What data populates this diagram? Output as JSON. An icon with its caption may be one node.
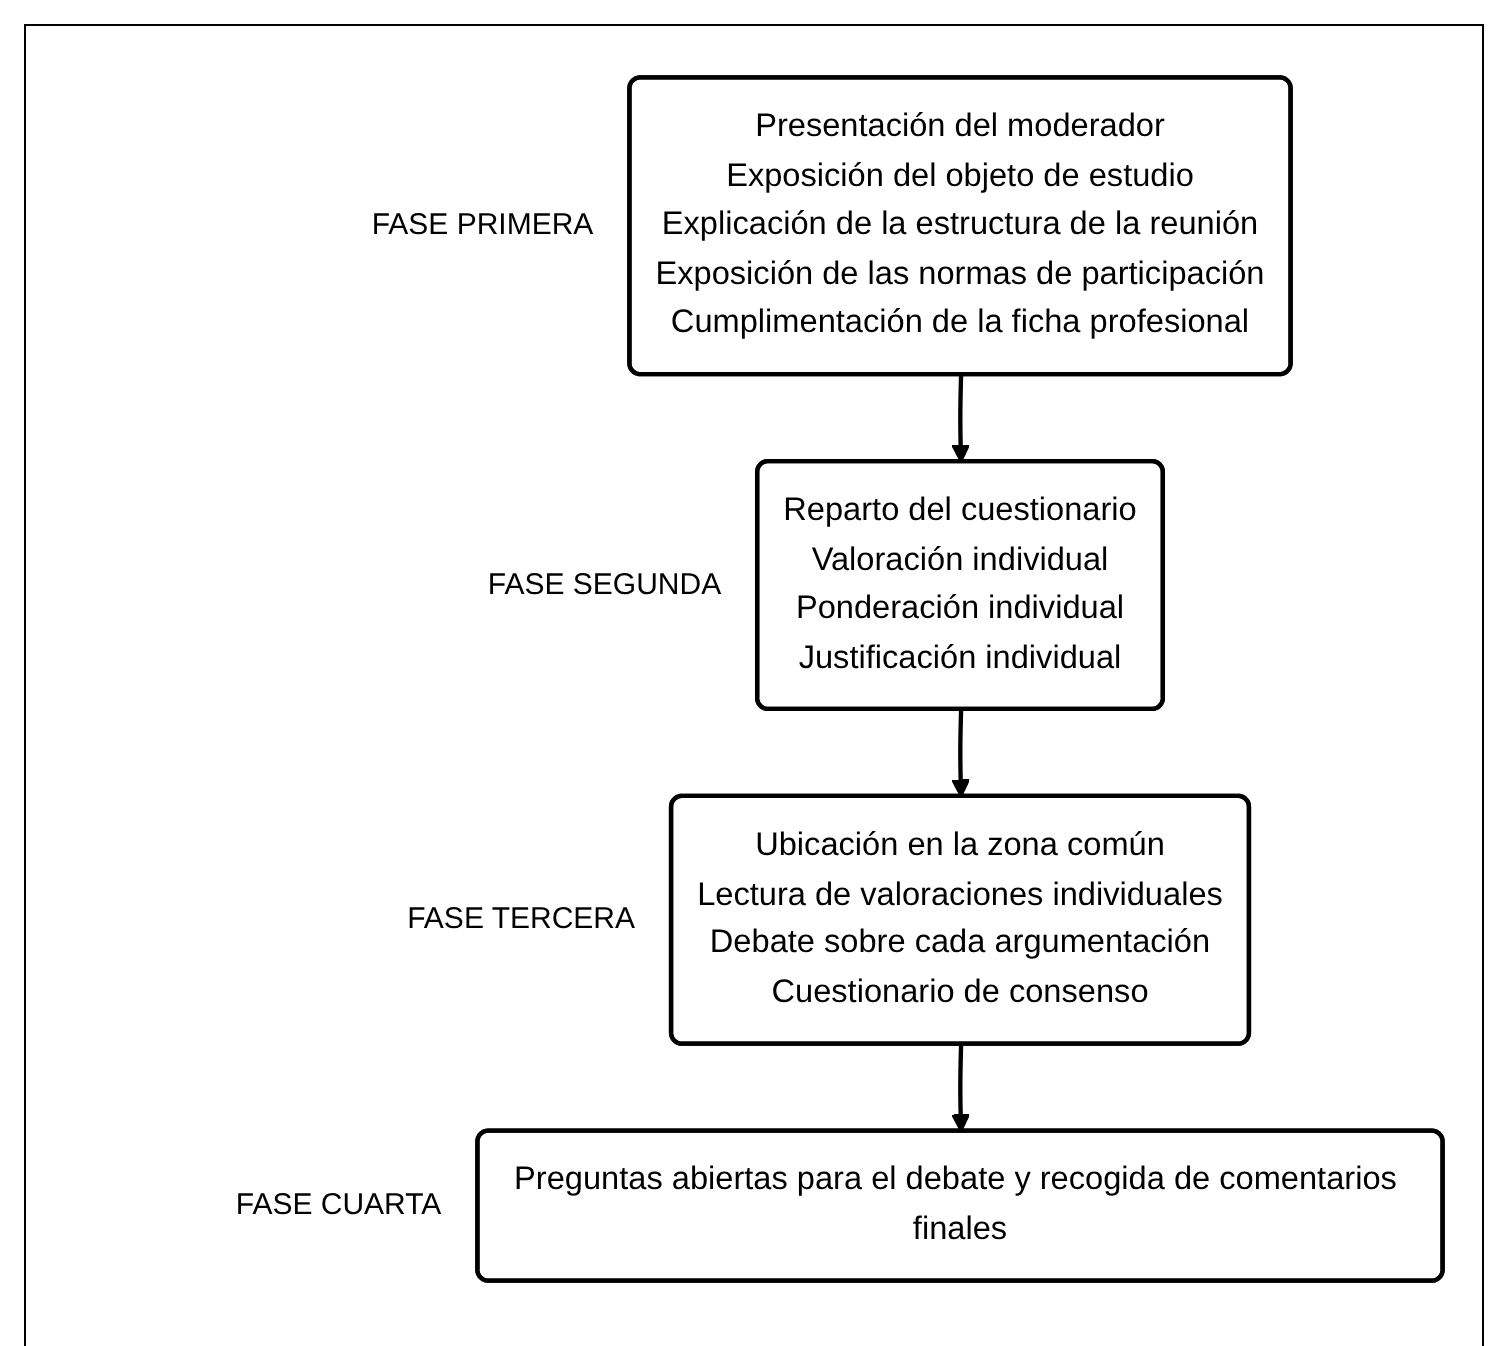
{
  "diagram": {
    "nodes": [
      {
        "text": [
          "Presentación del moderador",
          "Exposición del objeto de estudio",
          "Explicación de la estructura de la reunión",
          "Exposición de las normas de participación",
          "Cumplimentación de la ficha profesional"
        ],
        "beside": [
          "FASE PRIMERA"
        ]
      },
      {
        "text": [
          "Reparto del cuestionario",
          "Valoración individual",
          "Ponderación individual",
          "Justificación individual"
        ],
        "beside": [
          "FASE SEGUNDA"
        ]
      },
      {
        "text": [
          "Ubicación en la zona común",
          "Lectura de valoraciones individuales",
          "Debate sobre cada argumentación",
          "Cuestionario de consenso"
        ],
        "beside": [
          "FASE TERCERA"
        ]
      },
      {
        "text": [
          "Preguntas abiertas para el debate y recogida de comentarios finales"
        ],
        "beside": [
          "FASE CUARTA"
        ]
      }
    ],
    "edges": [
      {
        "from": 0,
        "to": 1,
        "arrow": "to"
      },
      {
        "from": 1,
        "to": 2,
        "arrow": "to"
      },
      {
        "from": 2,
        "to": 3,
        "arrow": "to"
      }
    ]
  }
}
